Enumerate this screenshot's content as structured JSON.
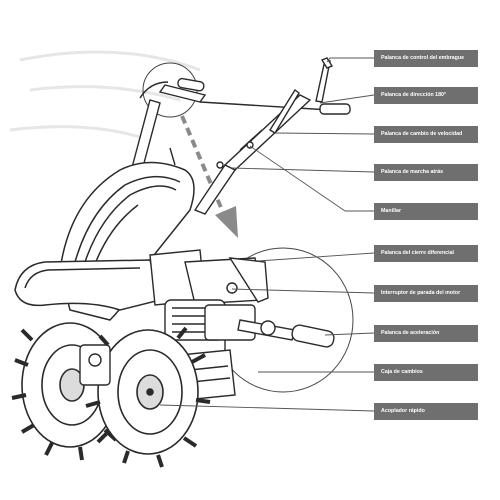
{
  "labels": [
    {
      "id": "clutch-lever",
      "text": "Palanca de control del embrague"
    },
    {
      "id": "steering-lever",
      "text": "Palanca de dirección 180°"
    },
    {
      "id": "speed-lever",
      "text": "Palanca de cambio de velocidad"
    },
    {
      "id": "reverse-lever",
      "text": "Palanca de marcha atrás"
    },
    {
      "id": "handlebar",
      "text": "Manillar"
    },
    {
      "id": "diff-lock-lever",
      "text": "Palanca del cierre diferencial"
    },
    {
      "id": "engine-stop-switch",
      "text": "Interruptor de parada del motor"
    },
    {
      "id": "throttle-lever",
      "text": "Palanca de aceleración"
    },
    {
      "id": "gearbox",
      "text": "Caja de cambios"
    },
    {
      "id": "quick-coupler",
      "text": "Acoplador rápido"
    }
  ],
  "colors": {
    "label_bg": "#6f6f6f",
    "label_text": "#ffffff",
    "leader_line": "#555555",
    "drawing": "#2a2a2a",
    "arrow": "#8a8a8a"
  }
}
